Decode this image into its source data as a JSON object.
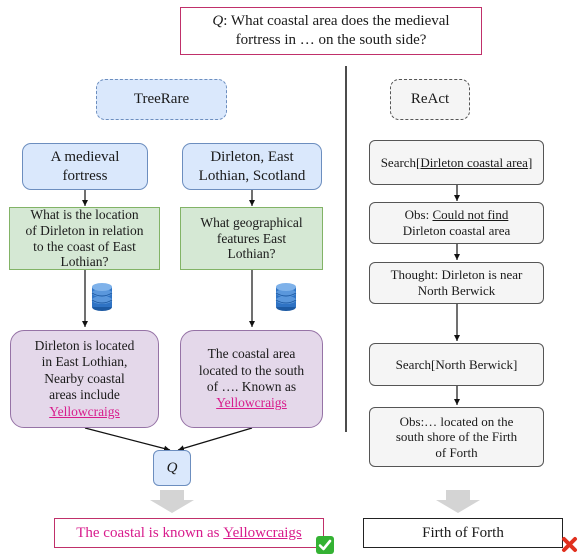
{
  "question": {
    "q_symbol": "Q",
    "line1": ": What coastal area does the medieval",
    "line2": "fortress in … on the south side?"
  },
  "treerare": {
    "title": "TreeRare",
    "left_entity": {
      "line1": "A medieval",
      "line2": "fortress"
    },
    "right_entity": {
      "line1": "Dirleton, East",
      "line2": "Lothian, Scotland"
    },
    "left_question": {
      "line1": "What is the location",
      "line2": "of Dirleton in relation",
      "line3": "to the coast of East",
      "line4": "Lothian?"
    },
    "right_question": {
      "line1": "What geographical",
      "line2": "features East",
      "line3": "Lothian?"
    },
    "left_answer": {
      "line1": "Dirleton is located",
      "line2": "in East Lothian,",
      "line3": "Nearby coastal",
      "line4": "areas include",
      "highlight": "Yellowcraigs"
    },
    "right_answer": {
      "line1": "The coastal area",
      "line2": "located to the south",
      "line3": "of …. Known as",
      "highlight": "Yellowcraigs"
    },
    "q_node": "Q",
    "final_prefix": "The coastal is known as ",
    "final_highlight": "Yellowcraigs",
    "database_icon": "database-icon",
    "correct_icon": "check-mark-icon"
  },
  "react": {
    "title": "ReAct",
    "step1": {
      "prefix": "Search[",
      "underlined": "Dirleton coastal area",
      "suffix": "]"
    },
    "step2": {
      "prefix": "Obs: ",
      "underlined": "Could not find",
      "line2": "Dirleton coastal area"
    },
    "step3": {
      "line1": "Thought: Dirleton is near",
      "line2": "North Berwick"
    },
    "step4": {
      "text": "Search[North Berwick]"
    },
    "step5": {
      "line1": "Obs:… located on the",
      "line2": "south shore of the Firth",
      "line3": "of Forth"
    },
    "final": "Firth of Forth",
    "wrong_icon": "cross-mark-icon"
  },
  "colors": {
    "blue_fill": "#dae8fc",
    "blue_stroke": "#6c8ebf",
    "green_fill": "#d5e8d4",
    "green_stroke": "#82b366",
    "purple_fill": "#e4d8ea",
    "purple_stroke": "#9673a6",
    "pink_border": "#c0306a",
    "pink_text": "#d81b8c",
    "check_green": "#34b233",
    "cross_red": "#e0301e",
    "db_blue": "#2f73c4"
  }
}
